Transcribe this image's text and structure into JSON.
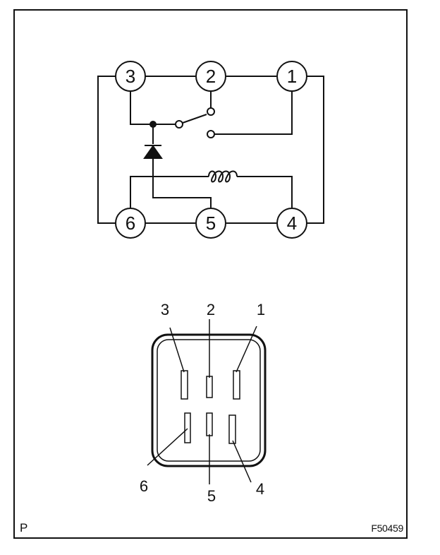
{
  "schematic": {
    "terminals": {
      "t1": "1",
      "t2": "2",
      "t3": "3",
      "t4": "4",
      "t5": "5",
      "t6": "6"
    }
  },
  "connector": {
    "pins": {
      "p1": "1",
      "p2": "2",
      "p3": "3",
      "p4": "4",
      "p5": "5",
      "p6": "6"
    }
  },
  "footer": {
    "left_label": "P",
    "figure_id": "F50459"
  },
  "colors": {
    "line": "#111111",
    "background": "#ffffff"
  }
}
